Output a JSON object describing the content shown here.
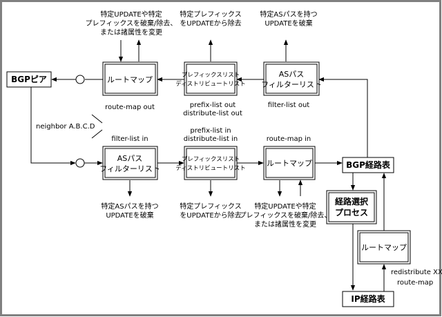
{
  "frame_color": "#808080",
  "nodes": {
    "bgp_peer": "BGPピア",
    "bgp_table": "BGP経路表",
    "ip_table": "IP経路表",
    "route_select": [
      "経路選択",
      "プロセス"
    ],
    "out_route_map": "ルートマップ",
    "out_prefix_list": [
      "プレフィックスリスト",
      "ディストリビュートリスト"
    ],
    "out_as_path": [
      "ASパス",
      "フィルターリスト"
    ],
    "in_as_path": [
      "ASパス",
      "フィルターリスト"
    ],
    "in_prefix_list": [
      "プレフィックスリスト",
      "ディストリビュートリスト"
    ],
    "in_route_map": "ルートマップ",
    "redist_route_map": "ルートマップ"
  },
  "commands": {
    "route_map_out": "route-map out",
    "prefix_list_out": "prefix-list out",
    "distribute_list_out": "distribute-list out",
    "filter_list_out": "filter-list out",
    "neighbor": "neighbor A.B.C.D",
    "filter_list_in": "filter-list in",
    "prefix_list_in": "prefix-list in",
    "distribute_list_in": "distribute-list in",
    "route_map_in": "route-map in",
    "redistribute": "redistribute XX",
    "redist_route_map": "route-map"
  },
  "notes": {
    "out_route_map": [
      "特定UPDATEや特定",
      "プレフィックスを破棄/除去、",
      "または諸属性を変更"
    ],
    "out_prefix": [
      "特定プレフィックス",
      "をUPDATEから除去"
    ],
    "out_as_path": [
      "特定ASパスを持つ",
      "UPDATEを破棄"
    ],
    "in_as_path": [
      "特定ASパスを持つ",
      "UPDATEを破棄"
    ],
    "in_prefix": [
      "特定プレフィックス",
      "をUPDATEから除去"
    ],
    "in_route_map": [
      "特定UPDATEや特定",
      "プレフィックスを破棄/除去、",
      "または諸属性を変更"
    ]
  }
}
